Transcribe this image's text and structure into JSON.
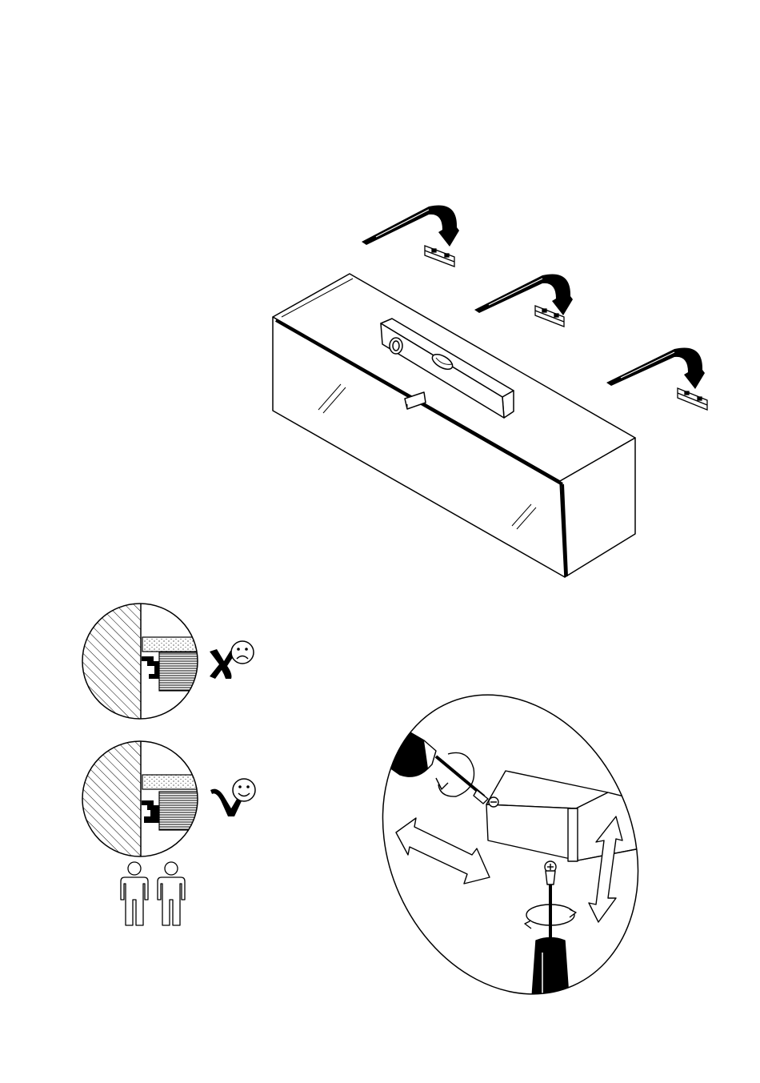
{
  "page": {
    "background": "#ffffff",
    "ink": "#000000"
  },
  "figures": {
    "main": {
      "subject": "wall-cabinet",
      "hook_count": 3,
      "tool": "spirit-level-icon"
    },
    "detail_wrong": {
      "verdict_icon": "cross-icon",
      "face_icon": "sad-face-icon"
    },
    "detail_right": {
      "verdict_icon": "check-icon",
      "face_icon": "happy-face-icon"
    },
    "people": {
      "count": 2,
      "icon": "person-icon"
    },
    "adjustment": {
      "tool": "screwdriver-icon",
      "directions": [
        "horizontal",
        "vertical"
      ]
    }
  }
}
